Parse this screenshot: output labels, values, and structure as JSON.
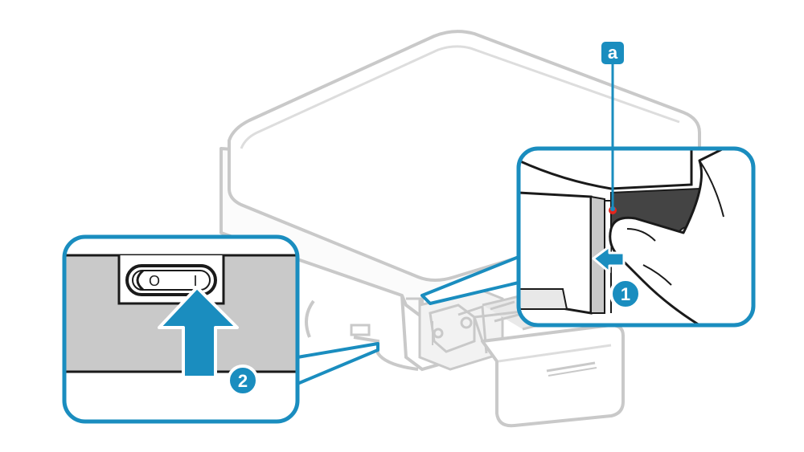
{
  "labels": {
    "callout_a": "a",
    "step_1": "1",
    "step_2": "2",
    "switch_off_mark": "O",
    "switch_on_mark": "I"
  },
  "colors": {
    "accent": "#1a8dbf",
    "outline": "#c9c9c9",
    "printer_body": "#fdfdfd",
    "panel_grey": "#c9c9c9",
    "indicator_red": "#e3261d"
  },
  "icons": {
    "step_1_arrow": "arrow-left-icon",
    "step_2_arrow": "arrow-up-icon"
  }
}
